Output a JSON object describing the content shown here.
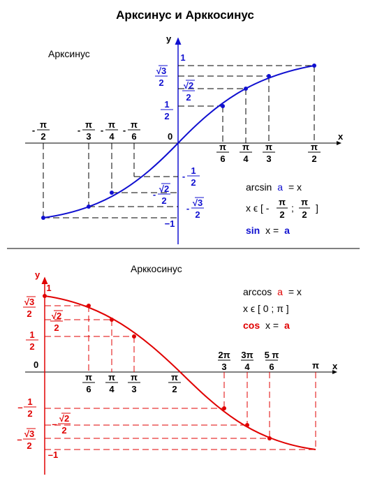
{
  "title": "Арксинус и Арккосинус",
  "colors": {
    "arcsin": "#1010d0",
    "arccos": "#e00000",
    "text": "#000000"
  },
  "arcsin": {
    "heading": "Арксинус",
    "axis": {
      "x": "x",
      "y": "y",
      "origin": "0"
    },
    "x_ticks": [
      {
        "num": "π",
        "den": "6"
      },
      {
        "num": "π",
        "den": "4"
      },
      {
        "num": "π",
        "den": "3"
      },
      {
        "num": "π",
        "den": "2"
      }
    ],
    "x_ticks_neg": [
      {
        "sign": "-",
        "num": "π",
        "den": "2"
      },
      {
        "sign": "-",
        "num": "π",
        "den": "3"
      },
      {
        "sign": "-",
        "num": "π",
        "den": "4"
      },
      {
        "sign": "-",
        "num": "π",
        "den": "6"
      }
    ],
    "y_ticks": [
      {
        "label": "1"
      },
      {
        "root": "√3",
        "den": "2"
      },
      {
        "root": "√2",
        "den": "2"
      },
      {
        "num": "1",
        "den": "2"
      }
    ],
    "y_ticks_neg": [
      {
        "sign": "-",
        "num": "1",
        "den": "2"
      },
      {
        "sign": "-",
        "root": "√2",
        "den": "2"
      },
      {
        "sign": "-",
        "root": "√3",
        "den": "2"
      },
      {
        "label": "−1"
      }
    ],
    "formula": {
      "line1": {
        "fn": "arcsin",
        "var": "a",
        "rest": "= x"
      },
      "line2": {
        "prefix": "x ϵ [ -",
        "num": "π",
        "den": "2",
        "sep": ";",
        "close": "]"
      },
      "line3": {
        "fn": "sin",
        "mid": "x =",
        "var": "a"
      }
    }
  },
  "arccos": {
    "heading": "Арккосинус",
    "axis": {
      "x": "x",
      "y": "y",
      "origin": "0"
    },
    "x_ticks": [
      {
        "num": "π",
        "den": "6"
      },
      {
        "num": "π",
        "den": "4"
      },
      {
        "num": "π",
        "den": "3"
      },
      {
        "num": "π",
        "den": "2"
      }
    ],
    "x_ticks_upper": [
      {
        "num": "2π",
        "den": "3"
      },
      {
        "num": "3π",
        "den": "4"
      },
      {
        "num": "5 π",
        "den": "6"
      }
    ],
    "x_end": "π",
    "y_ticks": [
      {
        "label": "1"
      },
      {
        "root": "√3",
        "den": "2"
      },
      {
        "root": "√2",
        "den": "2"
      },
      {
        "num": "1",
        "den": "2"
      }
    ],
    "y_ticks_neg": [
      {
        "sign": "–",
        "num": "1",
        "den": "2"
      },
      {
        "sign": "–",
        "root": "√2",
        "den": "2"
      },
      {
        "sign": "–",
        "root": "√3",
        "den": "2"
      },
      {
        "label": "–1"
      }
    ],
    "formula": {
      "line1": {
        "fn": "arccos",
        "var": "a",
        "rest": "= x"
      },
      "line2": {
        "text": "x ϵ [ 0 ; π ]"
      },
      "line3": {
        "fn": "cos",
        "mid": "x =",
        "var": "a"
      }
    }
  }
}
